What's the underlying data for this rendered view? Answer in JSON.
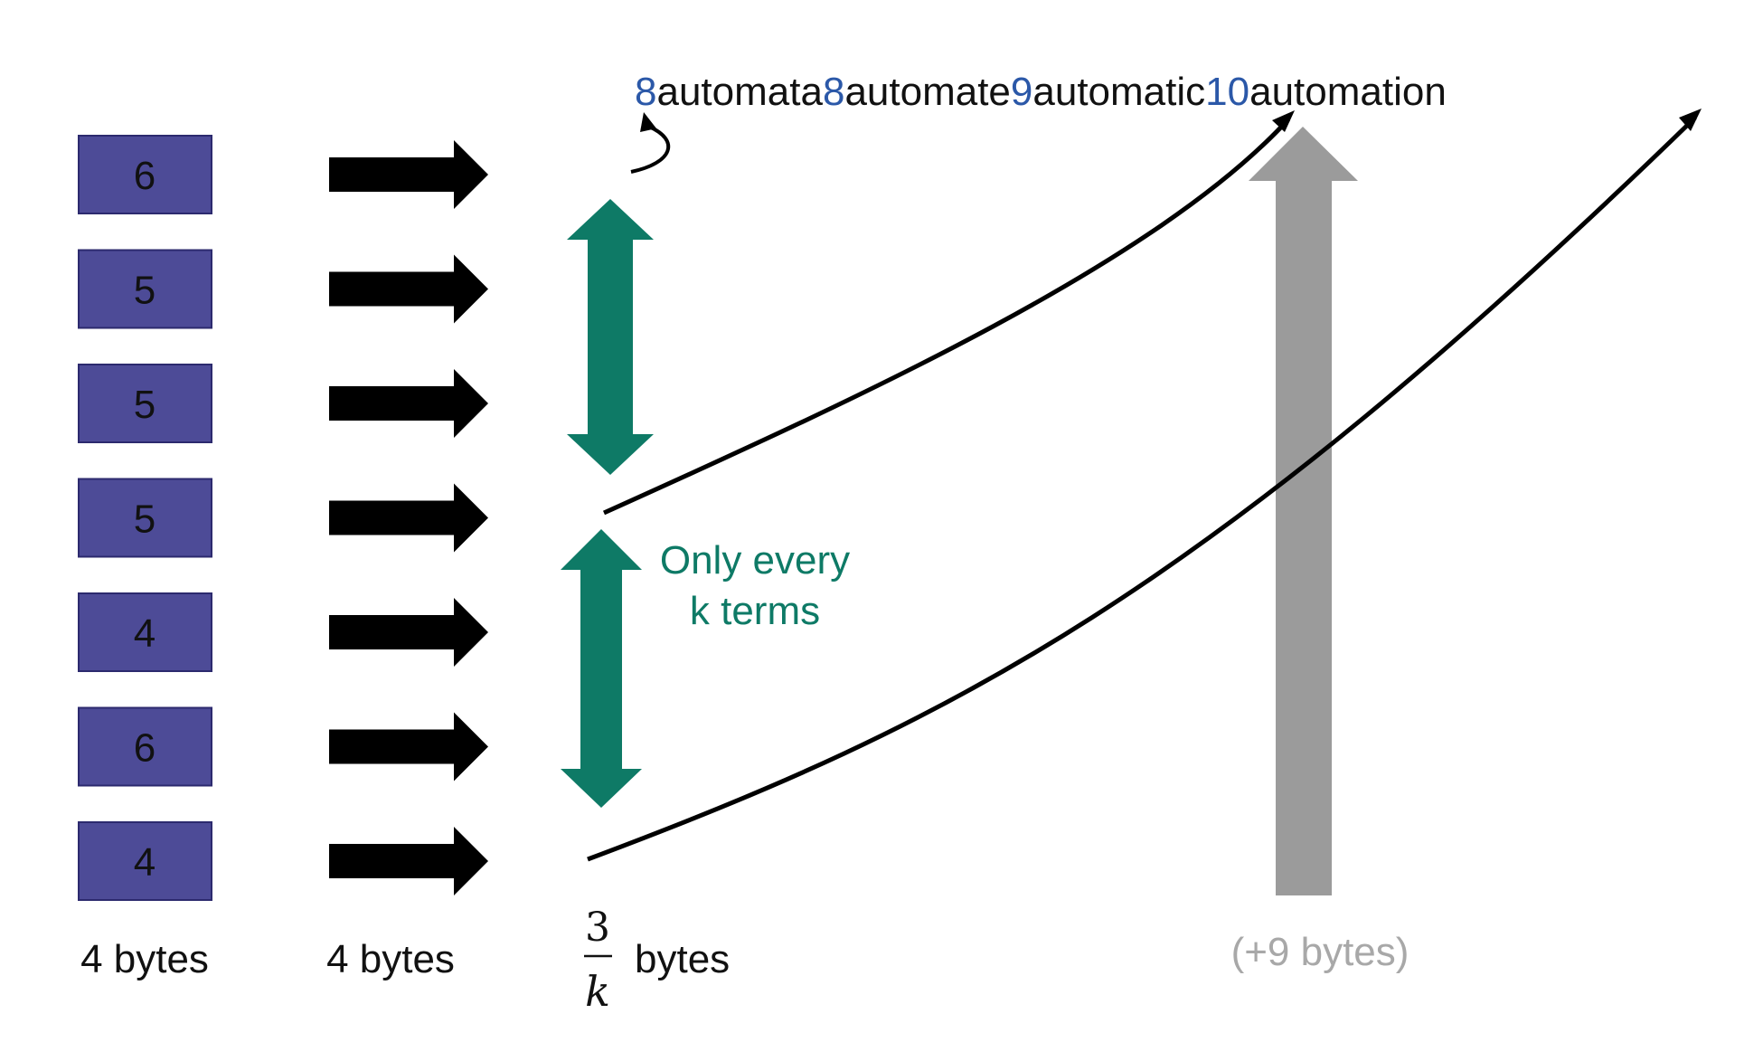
{
  "term_lengths": [
    "6",
    "5",
    "5",
    "5",
    "4",
    "6",
    "4"
  ],
  "dictionary_string": [
    {
      "len": "8",
      "term": "automata"
    },
    {
      "len": "8",
      "term": "automate"
    },
    {
      "len": "9",
      "term": "automatic"
    },
    {
      "len": "10",
      "term": "automation"
    }
  ],
  "labels": {
    "lengths_column": "4 bytes",
    "pointers_column": "4 bytes",
    "fraction_numerator": "3",
    "fraction_denominator": "k",
    "blocked_unit": "bytes",
    "block_note_line1": "Only every",
    "block_note_line2": "k terms",
    "extra_bytes": "(+9 bytes)"
  },
  "colors": {
    "length_box": "#4d4b97",
    "length_box_border": "#2c2a6e",
    "pointer_arrow": "#000000",
    "block_arrow": "#0e7a66",
    "note_text": "#0e7a66",
    "length_prefix": "#2b58a8",
    "term_text": "#111111",
    "gray_arrow": "#9b9b9b",
    "extra_text": "#a8a8a8"
  }
}
